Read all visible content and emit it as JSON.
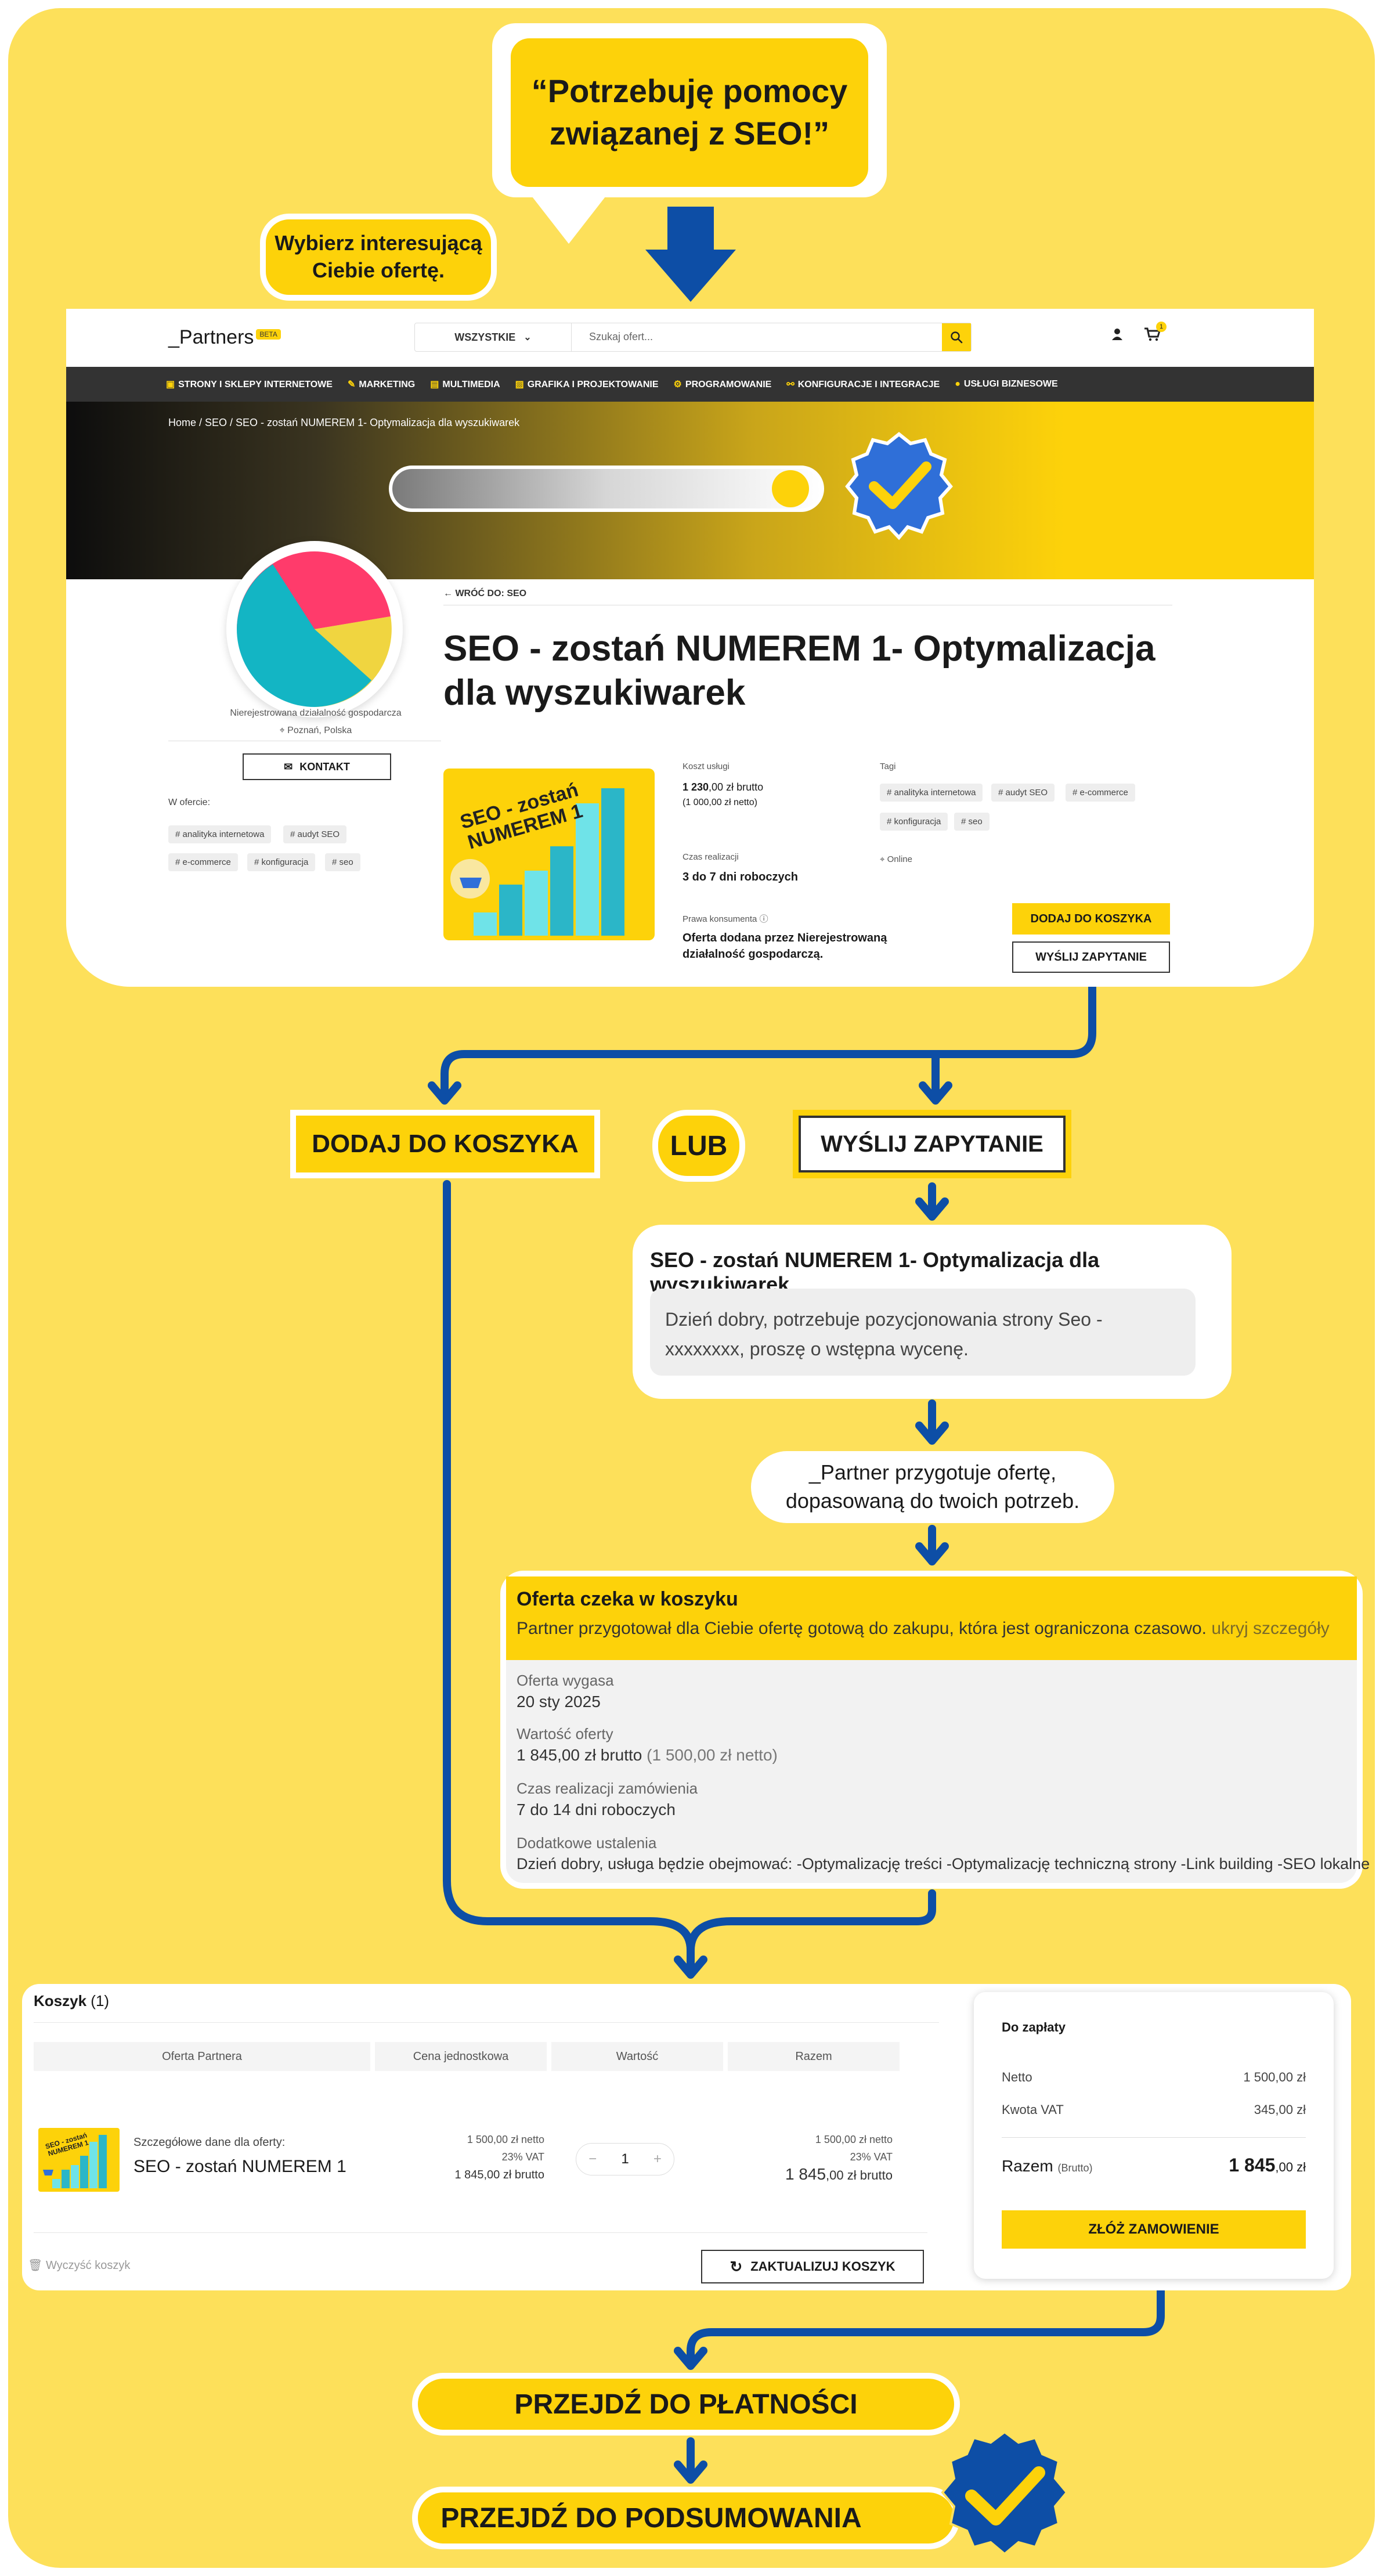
{
  "speech": {
    "text": "“Potrzebuję pomocy związanej z SEO!”"
  },
  "note": {
    "text": "Wybierz interesującą Ciebie ofertę."
  },
  "site": {
    "logo": "_Partners",
    "beta": "BETA",
    "search_category": "WSZYSTKIE",
    "search_placeholder": "Szukaj ofert...",
    "cart_count": "1",
    "nav": [
      "STRONY I SKLEPY INTERNETOWE",
      "MARKETING",
      "MULTIMEDIA",
      "GRAFIKA I PROJEKTOWANIE",
      "PROGRAMOWANIE",
      "KONFIGURACJE I INTEGRACJE",
      "USŁUGI BIZNESOWE"
    ],
    "breadcrumb": "Home / SEO / SEO - zostań NUMEREM 1- Optymalizacja dla wyszukiwarek",
    "back_label": "WRÓĆ DO: SEO",
    "title": "SEO - zostań NUMEREM 1- Optymalizacja dla wyszukiwarek",
    "seller_type": "Nierejestrowana działalność gospodarcza",
    "seller_location": "Poznań, Polska",
    "contact_label": "KONTAKT",
    "in_offer_label": "W ofercie:",
    "in_offer_tags": [
      "# analityka internetowa",
      "# audyt SEO",
      "# e-commerce",
      "# konfiguracja",
      "# seo"
    ],
    "product_image_text": "SEO - zostań NUMEREM 1",
    "cost_label": "Koszt usługi",
    "price_gross_main": "1 230",
    "price_gross_rest": ",00 zł brutto",
    "price_net": "(1 000,00 zł netto)",
    "time_label": "Czas realizacji",
    "time_value": "3 do 7 dni roboczych",
    "tags_label": "Tagi",
    "tags": [
      "# analityka internetowa",
      "# audyt SEO",
      "# e-commerce",
      "# konfiguracja",
      "# seo"
    ],
    "mode": "Online",
    "consumer_label": "Prawa konsumenta",
    "consumer_text": "Oferta dodana przez Nierejestrowaną działalność gospodarczą.",
    "add_to_cart": "DODAJ DO KOSZYKA",
    "send_inquiry": "WYŚLIJ ZAPYTANIE"
  },
  "flow": {
    "add_to_cart": "DODAJ DO KOSZYKA",
    "or": "LUB",
    "send_inquiry": "WYŚLIJ ZAPYTANIE"
  },
  "inquiry": {
    "title": "SEO - zostań NUMEREM 1- Optymalizacja dla wyszukiwarek",
    "message": "Dzień dobry, potrzebuje pozycjonowania strony Seo - xxxxxxxx, proszę o wstępna wycenę."
  },
  "partner_note": {
    "text": "_Partner przygotuje ofertę, dopasowaną do twoich potrzeb."
  },
  "offer": {
    "heading": "Oferta czeka w koszyku",
    "subtext": "Partner przygotował dla Ciebie ofertę gotową do zakupu, która jest ograniczona czasowo.",
    "toggle": "ukryj szczegóły",
    "expires_label": "Oferta wygasa",
    "expires_value": "20 sty 2025",
    "value_label": "Wartość oferty",
    "value_gross": "1 845,00 zł brutto",
    "value_net": "(1 500,00 zł netto)",
    "time_label": "Czas realizacji zamówienia",
    "time_value": "7 do 14 dni roboczych",
    "extra_label": "Dodatkowe ustalenia",
    "extra_value": "Dzień dobry, usługa będzie obejmować: -Optymalizację treści -Optymalizację techniczną strony -Link building -SEO lokalne"
  },
  "cart": {
    "title": "Koszyk",
    "count": "(1)",
    "columns": [
      "Oferta Partnera",
      "Cena jednostkowa",
      "Wartość",
      "Razem"
    ],
    "item_details_label": "Szczegółowe dane dla oferty:",
    "item_name": "SEO - zostań NUMEREM 1",
    "item_thumb_text": "SEO - zostań NUMEREM 1",
    "unit_net": "1 500,00 zł netto",
    "unit_vat": "23% VAT",
    "unit_gross": "1 845,00 zł brutto",
    "qty": "1",
    "total_net": "1 500,00 zł netto",
    "total_vat": "23% VAT",
    "total_gross_main": "1 845",
    "total_gross_rest": ",00 zł brutto",
    "clear_label": "Wyczyść koszyk",
    "update_label": "ZAKTUALIZUJ KOSZYK"
  },
  "summary": {
    "title": "Do zapłaty",
    "net_label": "Netto",
    "net_value": "1 500,00 zł",
    "vat_label": "Kwota VAT",
    "vat_value": "345,00 zł",
    "total_label": "Razem",
    "total_suffix": "(Brutto)",
    "total_main": "1 845",
    "total_rest": ",00 zł",
    "order_button": "ZŁÓŻ ZAMOWIENIE"
  },
  "final": {
    "pay": "PRZEJDŹ DO PŁATNOŚCI",
    "summary": "PRZEJDŹ DO PODSUMOWANIA"
  },
  "colors": {
    "accent": "#fdd20a",
    "background": "#fde05a",
    "arrow": "#0d4ea6",
    "check": "#2f6fd8"
  }
}
